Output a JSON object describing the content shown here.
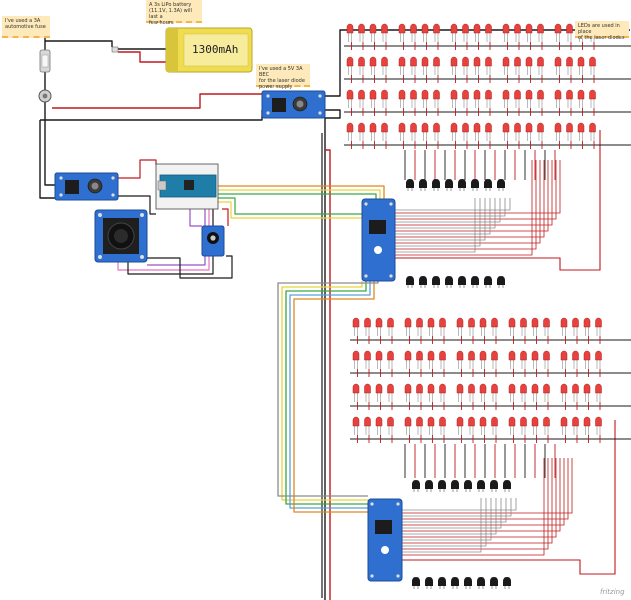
{
  "notes": {
    "fuse": {
      "lines": [
        "I've used a 3A",
        "automotive fuse"
      ]
    },
    "battery": {
      "lines": [
        "A 3s LiPo battery",
        "(11.1V, 1.3A) will last a",
        "few hours"
      ]
    },
    "bec": {
      "lines": [
        "I've used a 5V 3A BEC",
        "for the laser diode",
        "power supply"
      ]
    },
    "leds": {
      "lines": [
        "LEDs are used in place",
        "of the laser diodes"
      ]
    }
  },
  "battery_capacity": "1300mAh",
  "brand": "fritzing",
  "colors": {
    "wire_black": "#1a1a1a",
    "wire_red": "#c0191d",
    "wire_grey": "#8c8c8c",
    "wire_orange": "#e0881e",
    "wire_yellow": "#e9d23a",
    "wire_green": "#3aa843",
    "wire_blue": "#5aa0dd",
    "wire_purple": "#9a4fc8",
    "wire_pink": "#e276c3",
    "board_blue": "#2f6fcf",
    "note_bg": "#fde9b9",
    "led_red": "#e8423f",
    "battery_body": "#f0dd52"
  },
  "led_matrix": {
    "top_rows": 4,
    "bottom_rows": 4,
    "columns": 20
  },
  "transistor_rows": {
    "count_per_row": 8
  }
}
